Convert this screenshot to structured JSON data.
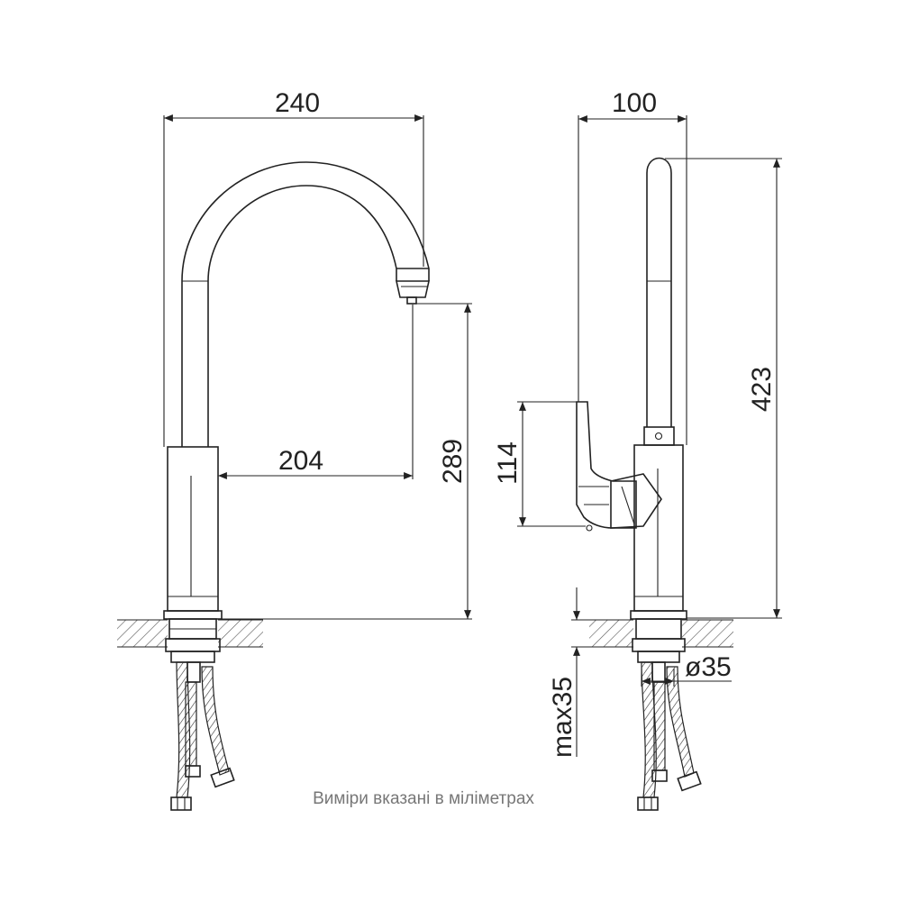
{
  "dimensions": {
    "spout_reach_total": "240",
    "spout_reach": "204",
    "spout_height": "289",
    "depth": "100",
    "total_height": "423",
    "lever_height": "114",
    "hole_diameter": "ø35",
    "max_counter_thickness": "max35"
  },
  "caption": "Виміри вказані в міліметрах",
  "colors": {
    "line": "#222222",
    "caption": "#777777",
    "background": "#ffffff"
  }
}
